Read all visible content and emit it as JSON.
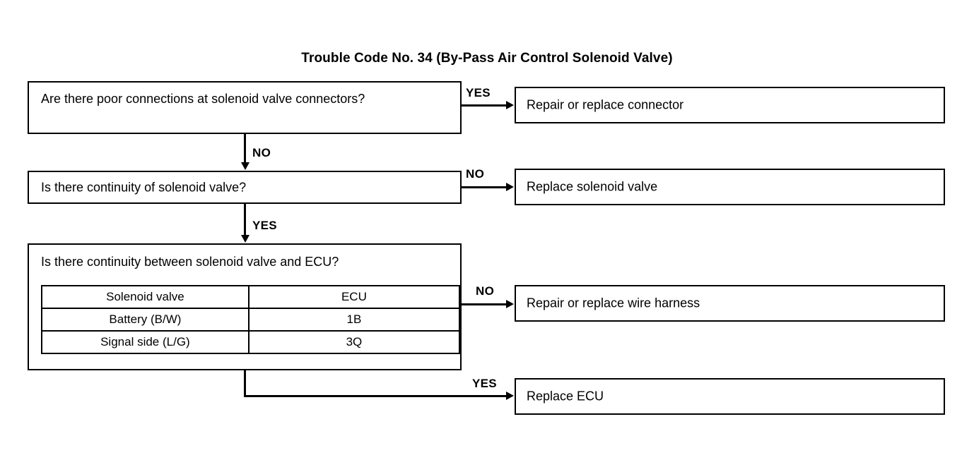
{
  "title": "Trouble Code No. 34 (By-Pass Air Control Solenoid Valve)",
  "colors": {
    "background": "#ffffff",
    "ink": "#000000"
  },
  "decisions": [
    {
      "id": "poor-connections",
      "question": "Are there poor connections at solenoid valve connectors?"
    },
    {
      "id": "solenoid-continuity",
      "question": "Is there continuity of solenoid valve?"
    },
    {
      "id": "solenoid-ecu-continuity",
      "question": "Is there continuity between solenoid valve and ECU?",
      "table": {
        "header": [
          "Solenoid valve",
          "ECU"
        ],
        "rows": [
          [
            "Battery (B/W)",
            "1B"
          ],
          [
            "Signal side (L/G)",
            "3Q"
          ]
        ]
      }
    }
  ],
  "results": [
    {
      "id": "repair-connector",
      "action": "Repair or replace connector"
    },
    {
      "id": "replace-solenoid-valve",
      "action": "Replace solenoid valve"
    },
    {
      "id": "repair-wire-harness",
      "action": "Repair or replace wire harness"
    },
    {
      "id": "replace-ecu",
      "action": "Replace ECU"
    }
  ],
  "edges": [
    {
      "id": "d1-yes",
      "label": "YES",
      "from": "poor-connections",
      "to": "repair-connector"
    },
    {
      "id": "d1-no",
      "label": "NO",
      "from": "poor-connections",
      "to": "solenoid-continuity"
    },
    {
      "id": "d2-no",
      "label": "NO",
      "from": "solenoid-continuity",
      "to": "replace-solenoid-valve"
    },
    {
      "id": "d2-yes",
      "label": "YES",
      "from": "solenoid-continuity",
      "to": "solenoid-ecu-continuity"
    },
    {
      "id": "d3-no",
      "label": "NO",
      "from": "solenoid-ecu-continuity",
      "to": "repair-wire-harness"
    },
    {
      "id": "d3-yes",
      "label": "YES",
      "from": "solenoid-ecu-continuity",
      "to": "replace-ecu"
    }
  ]
}
